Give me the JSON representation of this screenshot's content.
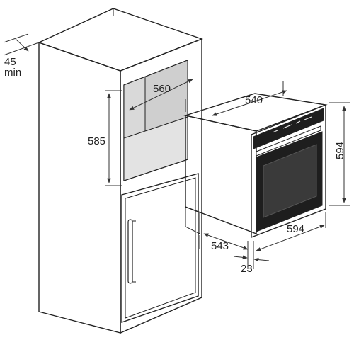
{
  "dimensions": {
    "clearance_top": "45",
    "clearance_top_unit": "min",
    "niche_width": "560",
    "niche_height": "585",
    "oven_depth": "540",
    "oven_height": "594",
    "oven_width": "594",
    "oven_body_depth": "543",
    "front_thickness": "23"
  },
  "colors": {
    "outline": "#222222",
    "niche_shade": "#cfcfcf",
    "oven_door": "#1e1e1e",
    "oven_glass": "#3a3a3a"
  }
}
